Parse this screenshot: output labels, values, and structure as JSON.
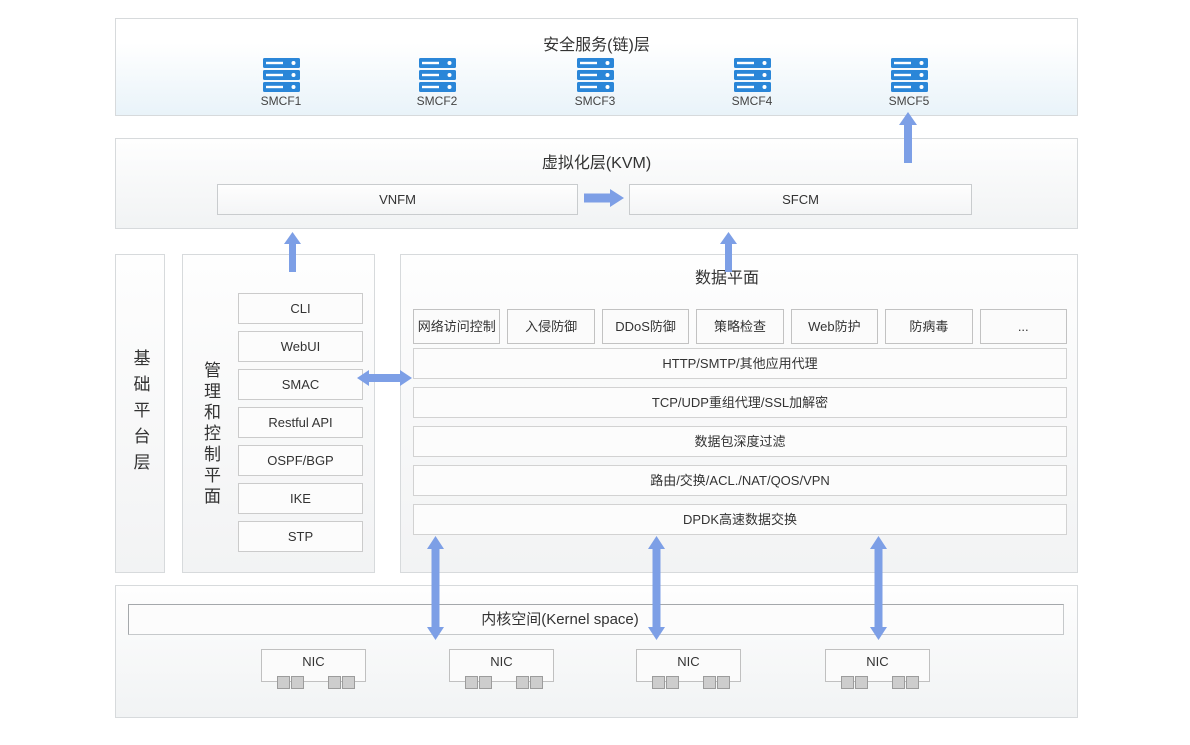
{
  "colors": {
    "arrow": "#7d9fe6",
    "server_icon": "#2a86d8"
  },
  "security_layer": {
    "title": "安全服务(链)层",
    "nodes": [
      "SMCF1",
      "SMCF2",
      "SMCF3",
      "SMCF4",
      "SMCF5"
    ]
  },
  "virtualization_layer": {
    "title": "虚拟化层(KVM)",
    "vnfm_label": "VNFM",
    "sfcm_label": "SFCM"
  },
  "base_platform": {
    "title": "基础平台层"
  },
  "mgmt_control_plane": {
    "title": "管理和控制平面",
    "items": [
      "CLI",
      "WebUI",
      "SMAC",
      "Restful API",
      "OSPF/BGP",
      "IKE",
      "STP"
    ]
  },
  "data_plane": {
    "title": "数据平面",
    "feature_boxes": [
      "网络访问控制",
      "入侵防御",
      "DDoS防御",
      "策略检查",
      "Web防护",
      "防病毒",
      "..."
    ],
    "pipeline_rows": [
      "HTTP/SMTP/其他应用代理",
      "TCP/UDP重组代理/SSL加解密",
      "数据包深度过滤",
      "路由/交换/ACL./NAT/QOS/VPN",
      "DPDK高速数据交换"
    ]
  },
  "kernel_layer": {
    "title": "内核空间(Kernel space)",
    "nics": [
      "NIC",
      "NIC",
      "NIC",
      "NIC"
    ]
  }
}
